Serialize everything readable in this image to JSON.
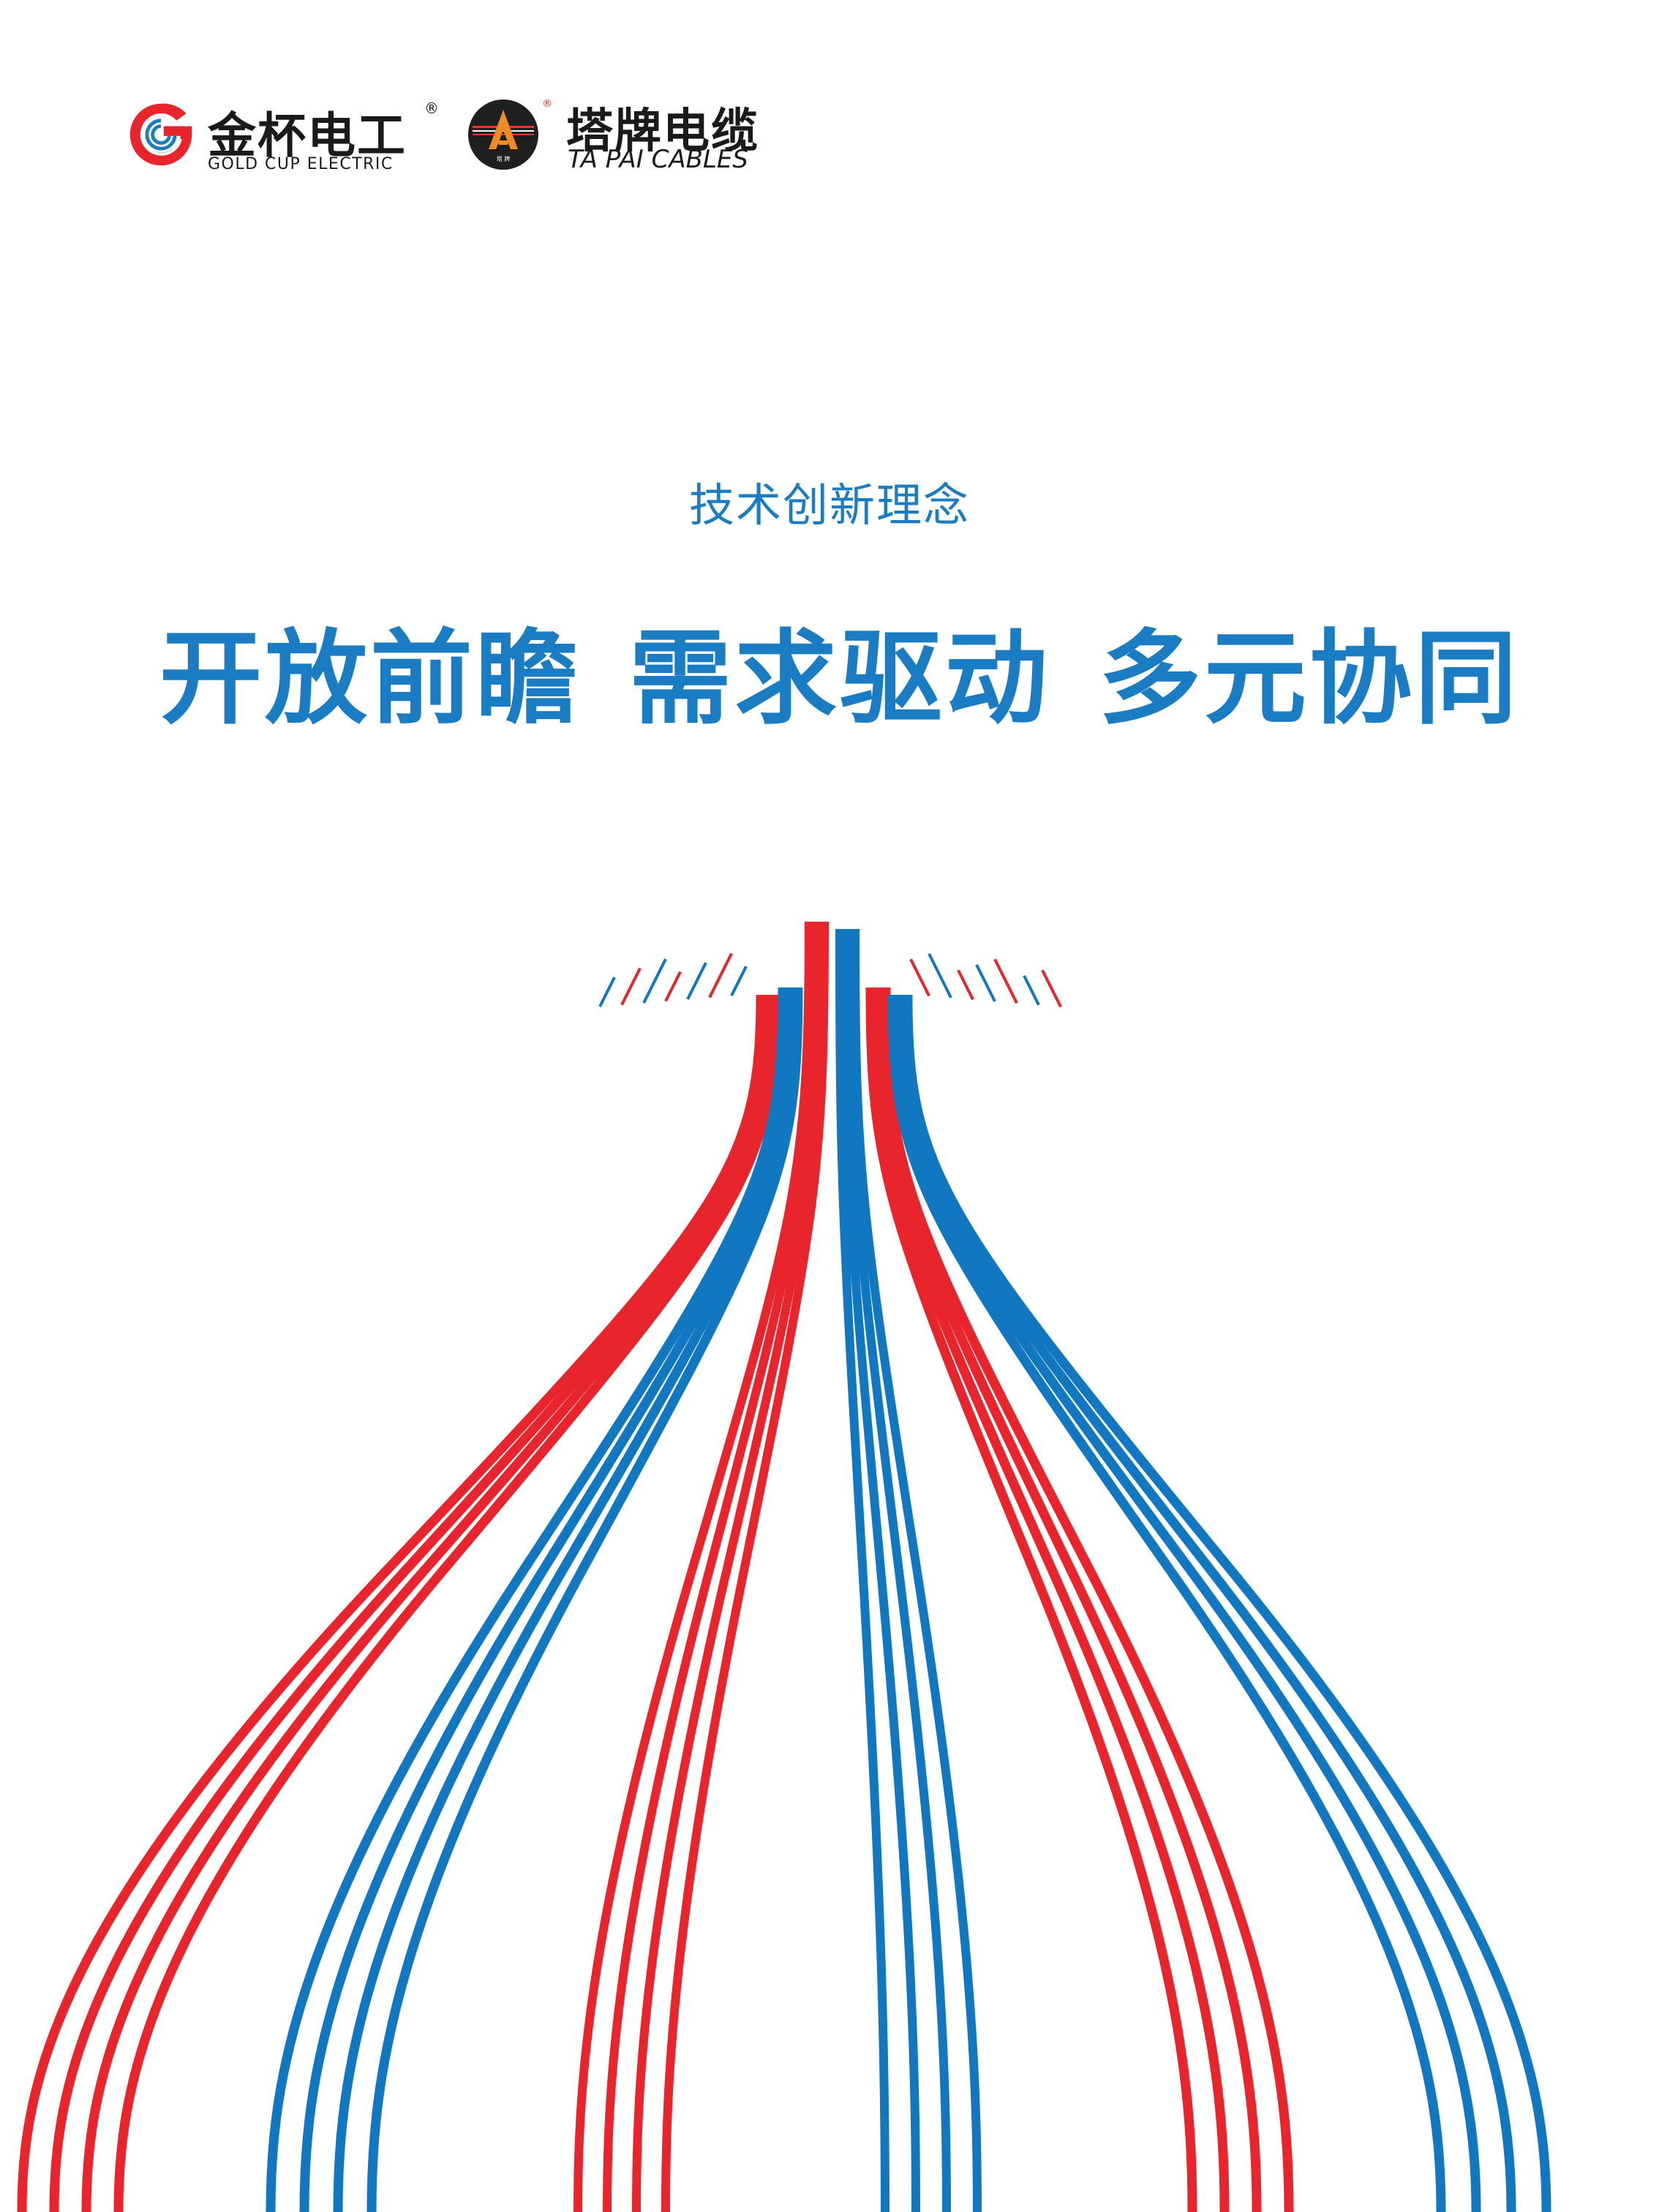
{
  "brands": {
    "gold_cup": {
      "name_cn": "金杯电工",
      "reg_mark": "®",
      "name_en": "GOLD CUP ELECTRIC"
    },
    "ta_pai": {
      "name_cn": "塔牌电缆",
      "reg_mark": "®",
      "name_en": "TA PAI CABLES",
      "badge_text": "塔  牌"
    }
  },
  "subtitle": "技术创新理念",
  "headline": [
    "开放前瞻",
    "需求驱动",
    "多元协同"
  ],
  "colors": {
    "accent_blue": "#1a7cc2",
    "cable_red": "#e8242c",
    "cable_blue": "#1277c1",
    "text_dark": "#1a1a1a",
    "logo_red": "#e03a2a"
  },
  "icons": [
    "gold-cup-logo-icon",
    "ta-pai-logo-icon"
  ]
}
